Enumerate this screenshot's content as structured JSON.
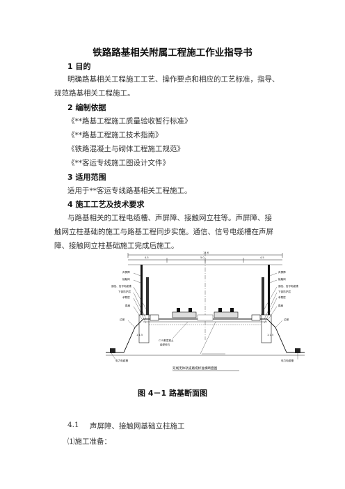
{
  "document": {
    "title": "铁路路基相关附属工程施工作业指导书",
    "sections": [
      {
        "heading": "1 目的",
        "paragraphs": [
          "明确路基相关工程施工工艺、操作要点和相应的工艺标准，指导、",
          "规范路基相关工程施工。"
        ]
      },
      {
        "heading": "2 编制依据",
        "items": [
          "《**路基工程施工质量验收暂行标准》",
          "《**路基工程施工技术指南》",
          "《铁路混凝土与砌体工程施工规范》",
          "《**客运专线施工图设计文件》"
        ]
      },
      {
        "heading": "3 适用范围",
        "paragraphs": [
          "适用于**客运专线路基相关工程施工。"
        ]
      },
      {
        "heading": "4 施工工艺及技术要求",
        "paragraphs": [
          "与路基相关的工程电缆槽、声屏障、接触网立柱等。声屏障、接",
          "触网立柱基础的施工与路基工程同步实施。通信、信号电缆槽在声屏",
          "障、接触网立柱基础施工完成后施工。"
        ]
      }
    ],
    "figure": {
      "caption": "图 4－1 路基断面图",
      "inner_title": "双线无砟轨道路堤标准横断面图",
      "top_dims": [
        "13.6",
        "4.5",
        "5.0",
        "4.5"
      ],
      "left_labels": [
        "声屏障",
        "接触网",
        "通信、信号电缆槽",
        "下部防护层",
        "承载层",
        "路肩",
        "边坡"
      ],
      "right_labels": [
        "声屏障",
        "接触网",
        "通信、信号电缆槽",
        "下部防护层",
        "承载层",
        "路肩",
        "边坡"
      ],
      "center_labels": [
        "C25素混凝土",
        "级配碎石",
        "1:1.5",
        "1:1.5"
      ],
      "bottom_left_label": "电力电缆槽",
      "bottom_right_label": "电力电缆槽"
    },
    "subsection": {
      "number": "4.1",
      "title": "声屏障、接触网基础立柱施工",
      "item": "⑴施工准备："
    }
  }
}
